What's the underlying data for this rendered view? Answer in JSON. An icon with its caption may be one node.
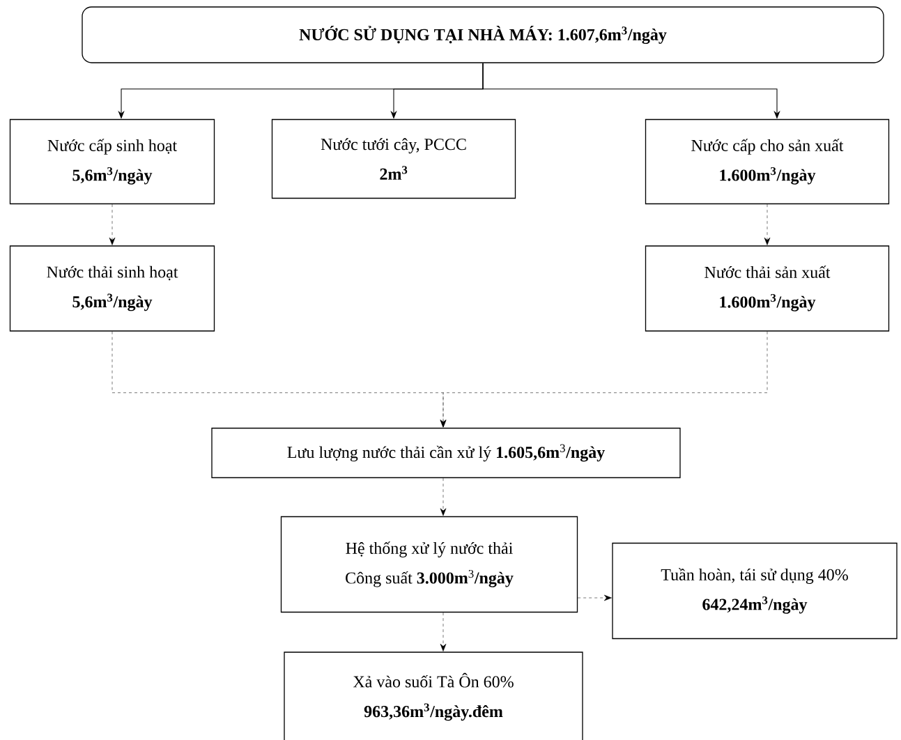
{
  "diagram": {
    "nodes": [
      {
        "text": [
          "NƯỚC SỬ DỤNG TẠI NHÀ MÁY: 1.607,6m$^{3}$/ngày"
        ]
      },
      {
        "text": [
          "Nước cấp sinh hoạt",
          "5,6m$^{3}$/ngày"
        ]
      },
      {
        "text": [
          "Nước tưới cây, PCCC",
          "2m$^{3}$"
        ]
      },
      {
        "text": [
          "Nước cấp cho sản xuất",
          "1.600m$^{3}$/ngày"
        ]
      },
      {
        "text": [
          "Nước thải sinh hoạt",
          "5,6m$^{3}$/ngày"
        ]
      },
      {
        "text": [
          "Nước thải sản xuất",
          "1.600m$^{3}$/ngày"
        ]
      },
      {
        "text": [
          "Lưu lượng nước thải cần xử lý **1.605,6m**$^{3}$**/ngày**"
        ]
      },
      {
        "text": [
          "Hệ thống xử lý nước thải",
          "Công suất **3.000m**$^{3}$**/ngày**"
        ]
      },
      {
        "text": [
          "Tuần hoàn, tái sử dụng 40%",
          "642,24m$^{3}$/ngày"
        ]
      },
      {
        "text": [
          "Xả vào suối Tà Ôn 60%",
          "963,36m$^{3}$/ngày.đêm"
        ]
      }
    ],
    "edges": [
      {
        "from": 0,
        "to": 1,
        "arrow": "to"
      },
      {
        "from": 0,
        "to": 2,
        "arrow": "to"
      },
      {
        "from": 0,
        "to": 3,
        "arrow": "to"
      },
      {
        "from": 1,
        "to": 4,
        "arrow": "to",
        "style": "dashed"
      },
      {
        "from": 3,
        "to": 5,
        "arrow": "to",
        "style": "dashed"
      },
      {
        "from": 4,
        "to": 6,
        "arrow": "to",
        "style": "dashed"
      },
      {
        "from": 5,
        "to": 6,
        "arrow": "to",
        "style": "dashed"
      },
      {
        "from": 6,
        "to": 7,
        "arrow": "to",
        "style": "dashed"
      },
      {
        "from": 7,
        "to": 8,
        "arrow": "to",
        "style": "dashed"
      },
      {
        "from": 7,
        "to": 9,
        "arrow": "to",
        "style": "dashed"
      }
    ]
  }
}
